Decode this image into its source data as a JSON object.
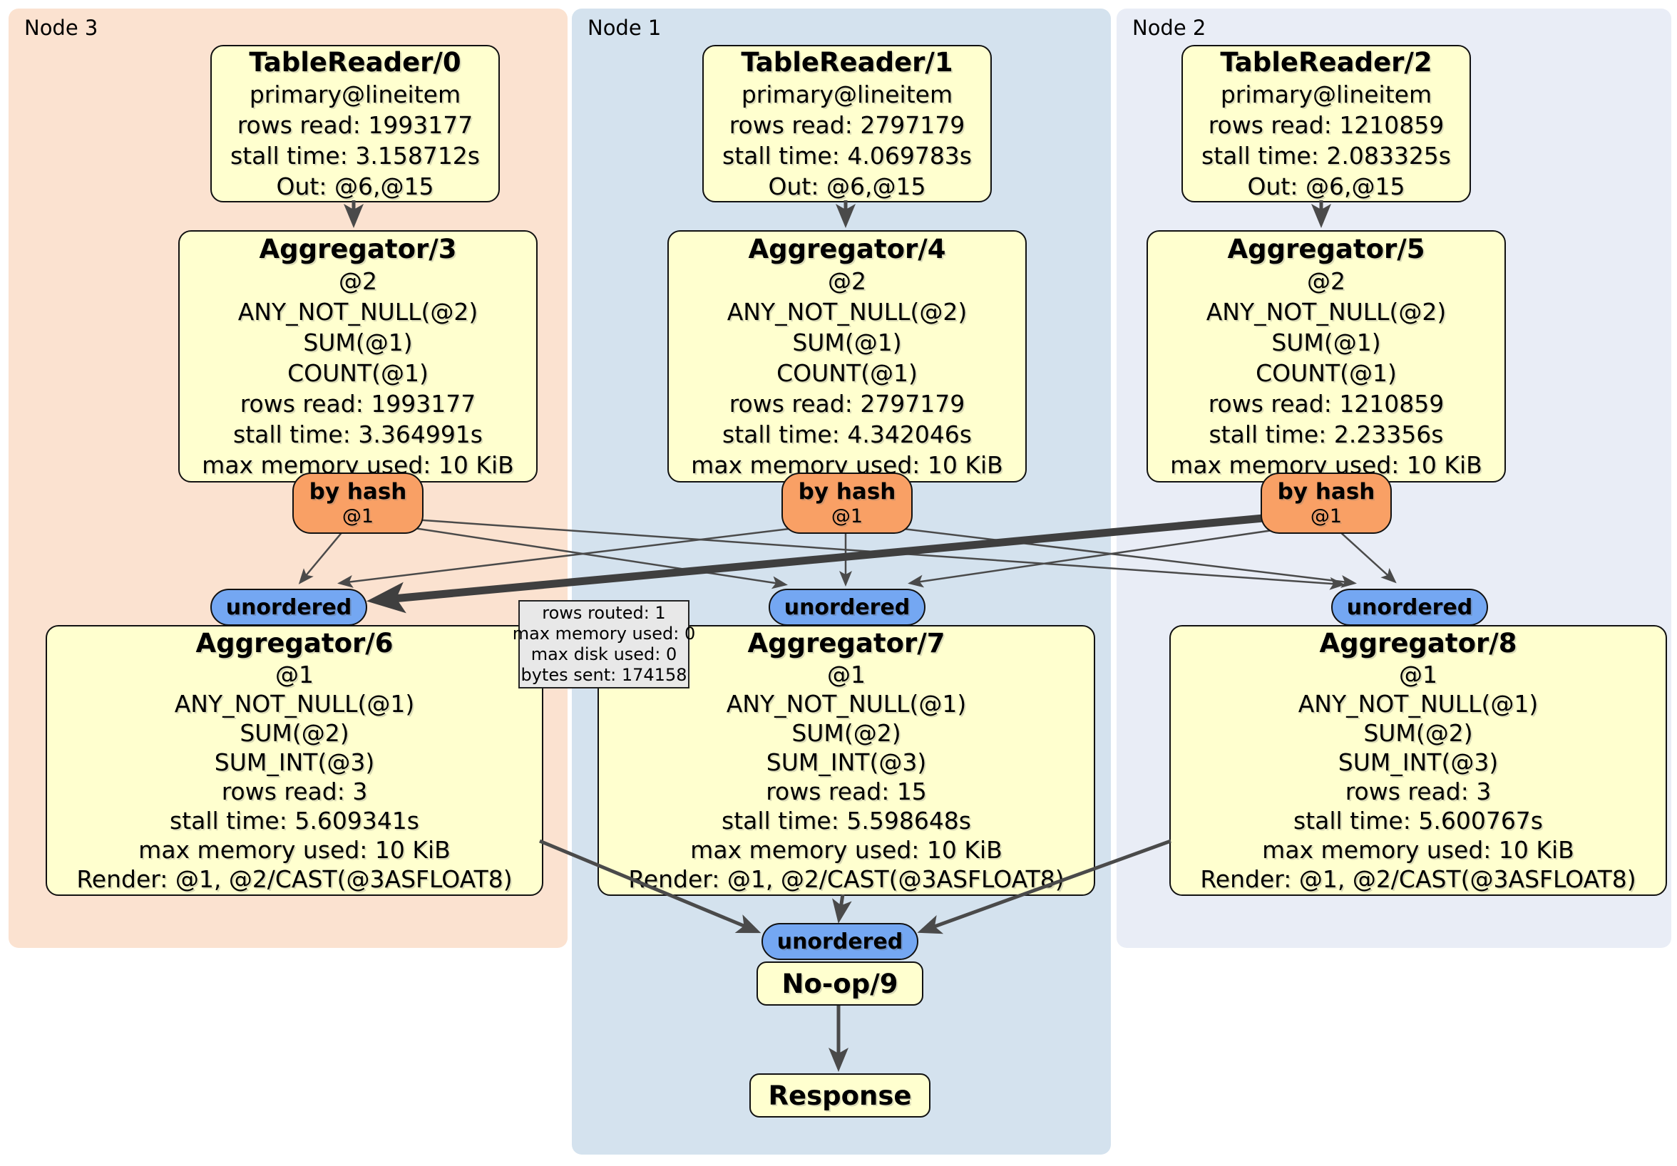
{
  "regions": {
    "node3": {
      "label": "Node 3"
    },
    "node1": {
      "label": "Node 1"
    },
    "node2": {
      "label": "Node 2"
    }
  },
  "processors": {
    "tr0": {
      "title": "TableReader/0",
      "lines": [
        "primary@lineitem",
        "rows read: 1993177",
        "stall time: 3.158712s",
        "Out: @6,@15"
      ]
    },
    "tr1": {
      "title": "TableReader/1",
      "lines": [
        "primary@lineitem",
        "rows read: 2797179",
        "stall time: 4.069783s",
        "Out: @6,@15"
      ]
    },
    "tr2": {
      "title": "TableReader/2",
      "lines": [
        "primary@lineitem",
        "rows read: 1210859",
        "stall time: 2.083325s",
        "Out: @6,@15"
      ]
    },
    "agg3": {
      "title": "Aggregator/3",
      "lines": [
        "@2",
        "ANY_NOT_NULL(@2)",
        "SUM(@1)",
        "COUNT(@1)",
        "rows read: 1993177",
        "stall time: 3.364991s",
        "max memory used: 10 KiB"
      ]
    },
    "agg4": {
      "title": "Aggregator/4",
      "lines": [
        "@2",
        "ANY_NOT_NULL(@2)",
        "SUM(@1)",
        "COUNT(@1)",
        "rows read: 2797179",
        "stall time: 4.342046s",
        "max memory used: 10 KiB"
      ]
    },
    "agg5": {
      "title": "Aggregator/5",
      "lines": [
        "@2",
        "ANY_NOT_NULL(@2)",
        "SUM(@1)",
        "COUNT(@1)",
        "rows read: 1210859",
        "stall time: 2.23356s",
        "max memory used: 10 KiB"
      ]
    },
    "agg6": {
      "title": "Aggregator/6",
      "lines": [
        "@1",
        "ANY_NOT_NULL(@1)",
        "SUM(@2)",
        "SUM_INT(@3)",
        "rows read: 3",
        "stall time: 5.609341s",
        "max memory used: 10 KiB",
        "Render: @1, @2/CAST(@3ASFLOAT8)"
      ]
    },
    "agg7": {
      "title": "Aggregator/7",
      "lines": [
        "@1",
        "ANY_NOT_NULL(@1)",
        "SUM(@2)",
        "SUM_INT(@3)",
        "rows read: 15",
        "stall time: 5.598648s",
        "max memory used: 10 KiB",
        "Render: @1, @2/CAST(@3ASFLOAT8)"
      ]
    },
    "agg8": {
      "title": "Aggregator/8",
      "lines": [
        "@1",
        "ANY_NOT_NULL(@1)",
        "SUM(@2)",
        "SUM_INT(@3)",
        "rows read: 3",
        "stall time: 5.600767s",
        "max memory used: 10 KiB",
        "Render: @1, @2/CAST(@3ASFLOAT8)"
      ]
    },
    "noop": {
      "title": "No-op/9"
    },
    "response": {
      "title": "Response"
    }
  },
  "routers": {
    "label": "by hash",
    "key": "@1"
  },
  "streams": {
    "label": "unordered"
  },
  "tooltip": {
    "lines": [
      "rows routed: 1",
      "max memory used: 0",
      "max disk used: 0",
      "bytes sent: 174158"
    ]
  },
  "colors": {
    "node3_bg": "#fbe2d0",
    "node1_bg": "#d4e2ee",
    "node2_bg": "#e9edf6",
    "processor_fill": "#ffffcf",
    "router_fill": "#f9a065",
    "stream_fill": "#74a7f2",
    "tooltip_fill": "#e8e8e8",
    "edge": "#4a4a4a",
    "border": "#111111"
  }
}
